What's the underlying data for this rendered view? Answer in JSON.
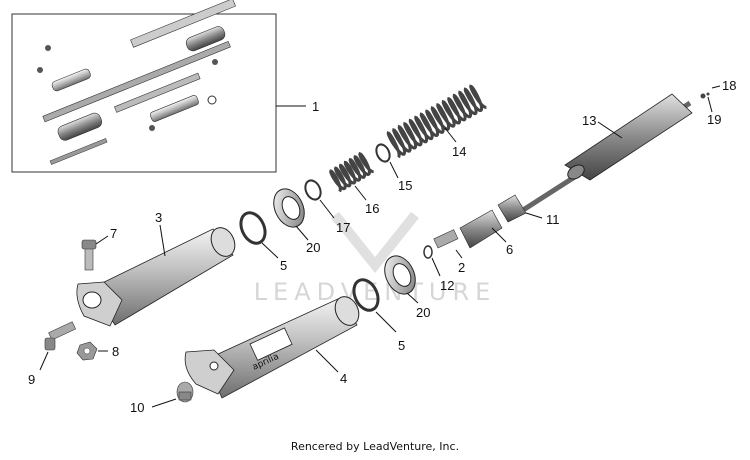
{
  "callouts": [
    "1",
    "2",
    "3",
    "4",
    "5",
    "5",
    "6",
    "7",
    "8",
    "9",
    "10",
    "11",
    "12",
    "13",
    "14",
    "15",
    "16",
    "17",
    "18",
    "19",
    "20",
    "20"
  ],
  "watermark": {
    "brand": "LEADVENTURE"
  },
  "inset_part": {
    "brand_label": "aprilia"
  },
  "footer": "Rencered by LeadVenture, Inc."
}
